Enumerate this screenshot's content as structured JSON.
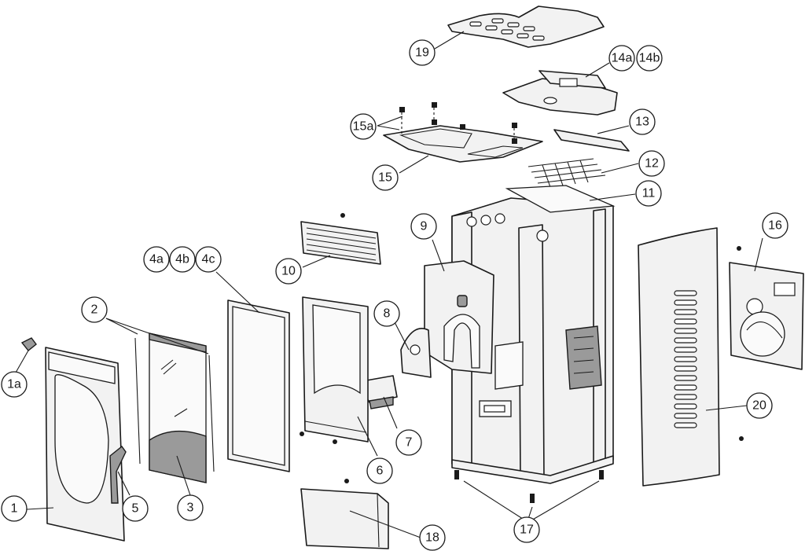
{
  "callouts": {
    "c1": "1",
    "c1a": "1a",
    "c2": "2",
    "c3": "3",
    "c4a": "4a",
    "c4b": "4b",
    "c4c": "4c",
    "c5": "5",
    "c6": "6",
    "c7": "7",
    "c8": "8",
    "c9": "9",
    "c10": "10",
    "c11": "11",
    "c12": "12",
    "c13": "13",
    "c14a": "14a",
    "c14b": "14b",
    "c15": "15",
    "c15a": "15a",
    "c16": "16",
    "c17": "17",
    "c18": "18",
    "c19": "19",
    "c20": "20"
  }
}
